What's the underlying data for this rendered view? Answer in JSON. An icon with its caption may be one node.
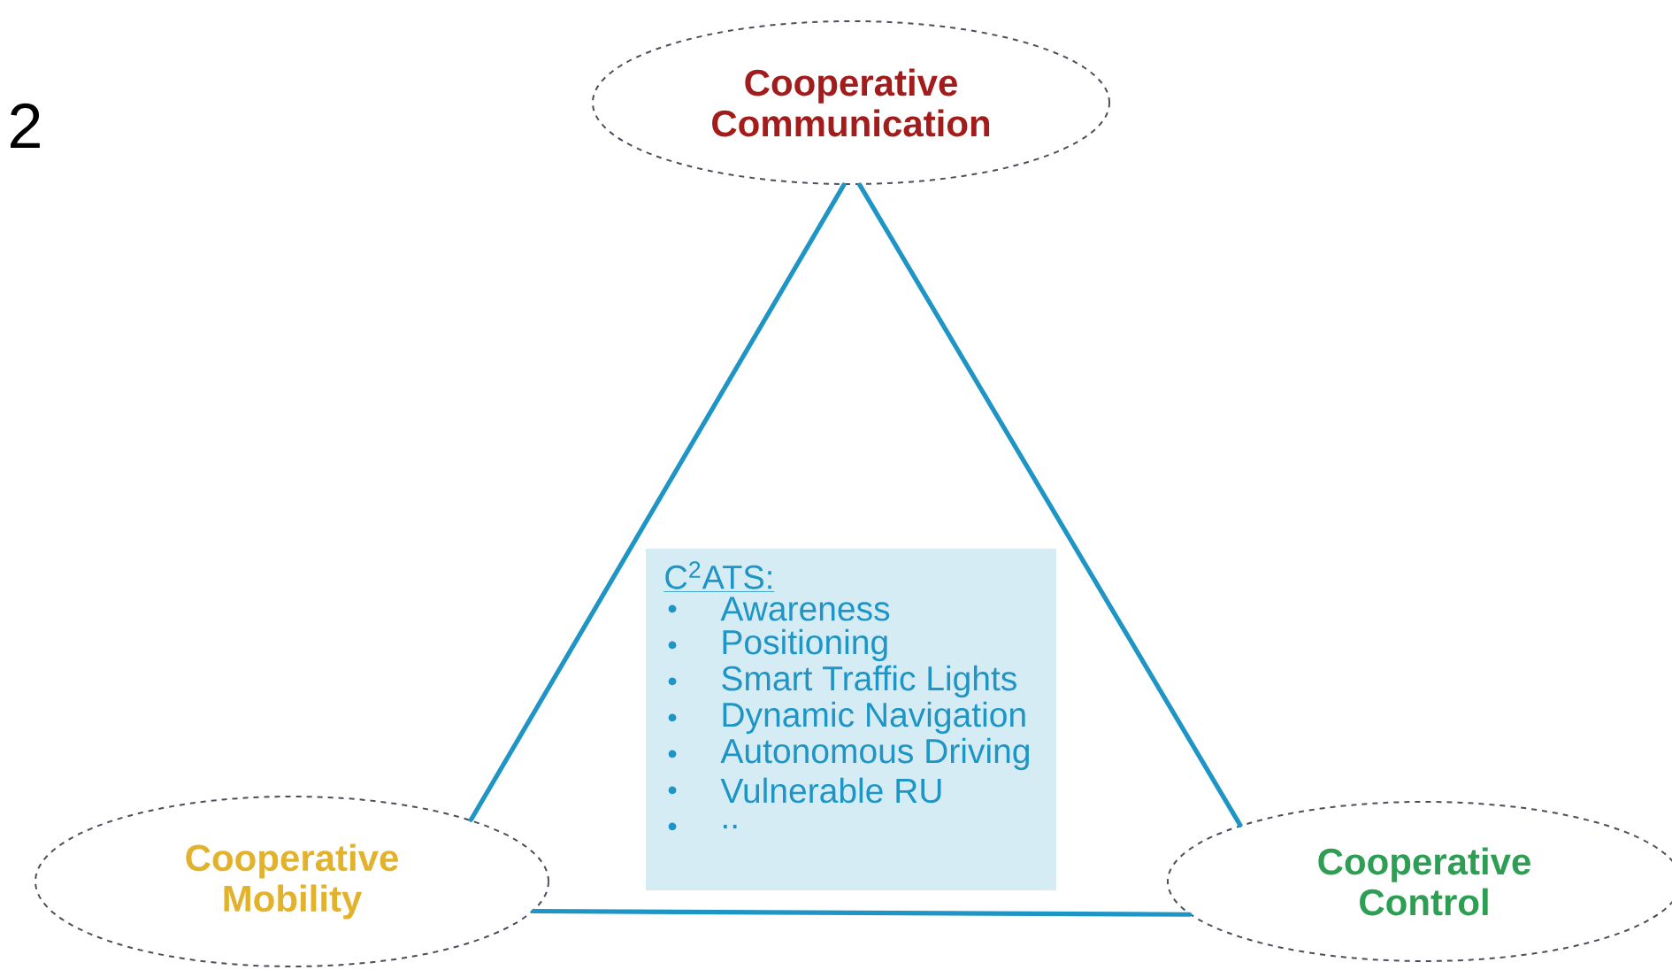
{
  "diagram": {
    "nodes": [
      {
        "text": [
          "Cooperative Communication"
        ]
      },
      {
        "text": [
          "Cooperative Mobility"
        ]
      },
      {
        "text": [
          "Cooperative Control"
        ]
      },
      {
        "text": [
          "C$^{2}$ATS:",
          "Awareness",
          "Positioning",
          "Smart Traffic Lights",
          "Dynamic Navigation",
          "Autonomous Driving",
          "Vulnerable RU",
          ".."
        ]
      }
    ],
    "edges": [
      {
        "from": 0,
        "to": 1,
        "arrow": "none"
      },
      {
        "from": 1,
        "to": 2,
        "arrow": "none"
      },
      {
        "from": 2,
        "to": 0,
        "arrow": "none"
      }
    ],
    "labels": [
      "2"
    ]
  }
}
